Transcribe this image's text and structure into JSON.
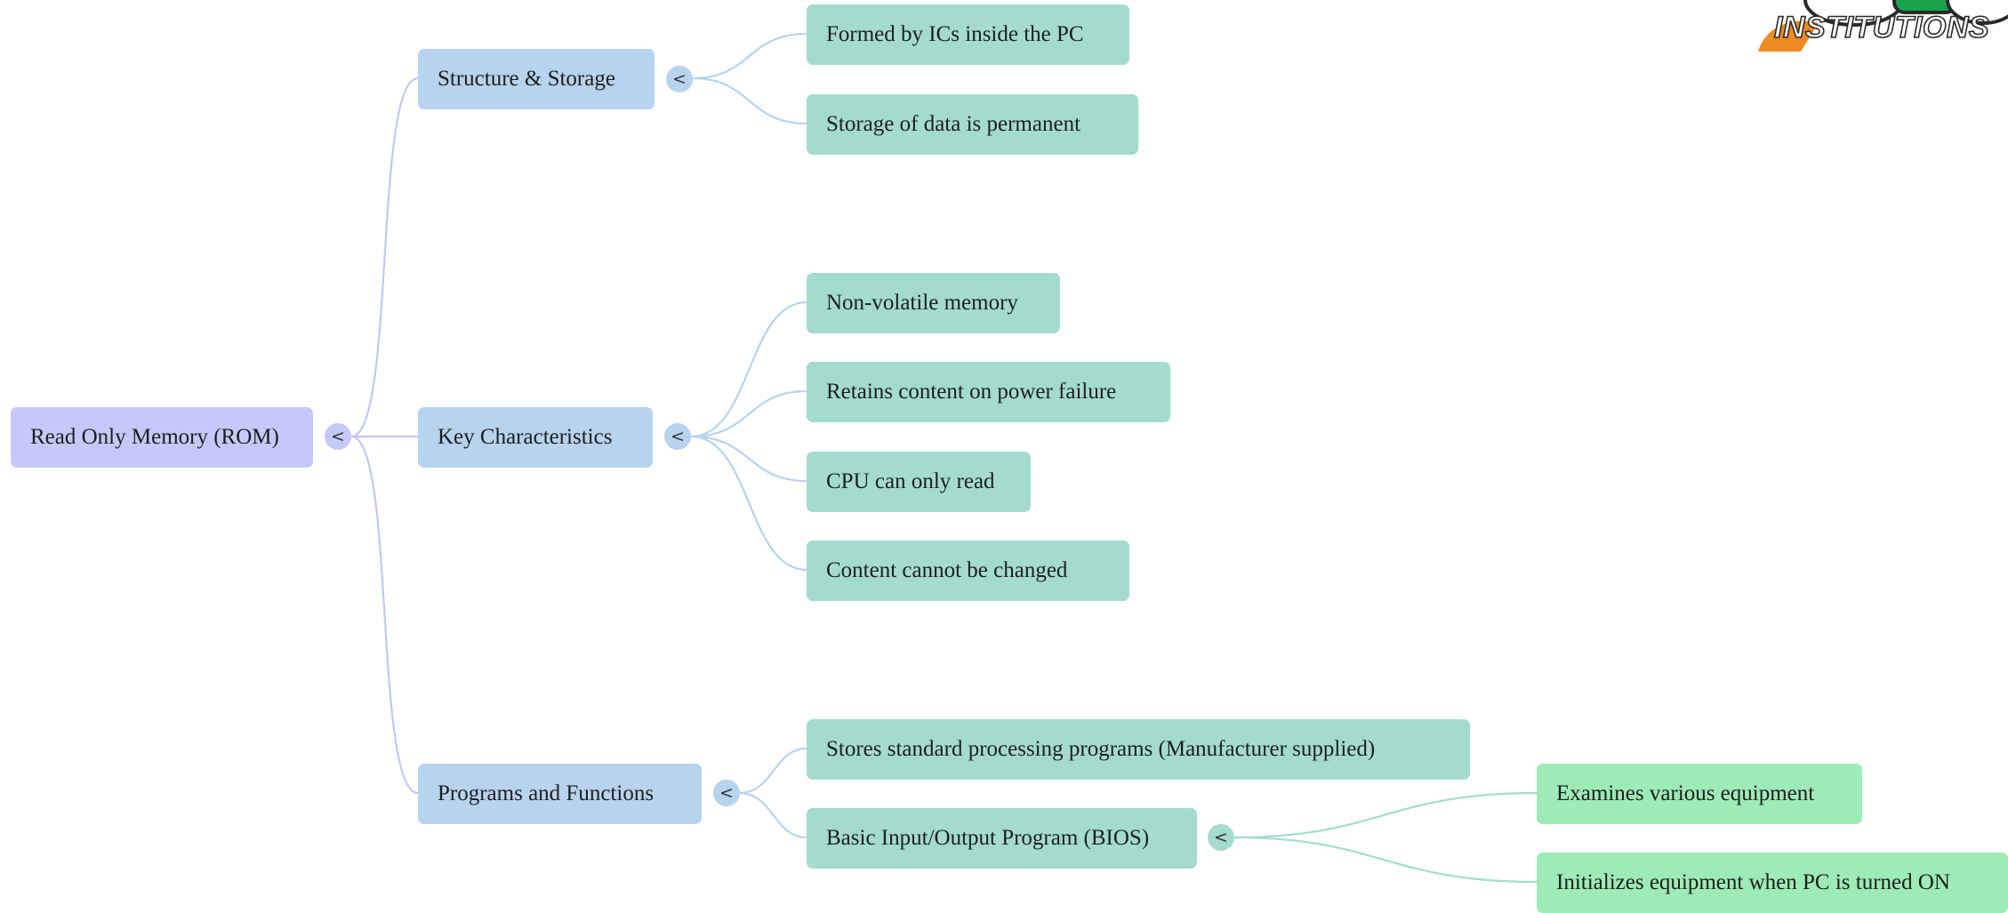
{
  "colors": {
    "root": "#c5c9fa",
    "branch": "#b7d3ee",
    "leaf": "#a3dccf",
    "leaf2": "#9debb6",
    "link_root": "#c2c8f4",
    "link_branch": "#b7d3ee",
    "link_leaf": "#a3dccf"
  },
  "toggle_icon": "<",
  "mindmap": {
    "root": {
      "label": "Read Only Memory (ROM)"
    },
    "branches": [
      {
        "label": "Structure & Storage",
        "children": [
          {
            "label": "Formed by ICs inside the PC"
          },
          {
            "label": "Storage of data is permanent"
          }
        ]
      },
      {
        "label": "Key Characteristics",
        "children": [
          {
            "label": "Non-volatile memory"
          },
          {
            "label": "Retains content on power failure"
          },
          {
            "label": "CPU can only read"
          },
          {
            "label": "Content cannot be changed"
          }
        ]
      },
      {
        "label": "Programs and Functions",
        "children": [
          {
            "label": "Stores standard processing programs (Manufacturer supplied)"
          },
          {
            "label": "Basic Input/Output Program (BIOS)",
            "children": [
              {
                "label": "Examines various equipment"
              },
              {
                "label": "Initializes equipment when PC is turned ON"
              }
            ]
          }
        ]
      }
    ]
  },
  "logo": {
    "text": "INSTITUTIONS"
  }
}
